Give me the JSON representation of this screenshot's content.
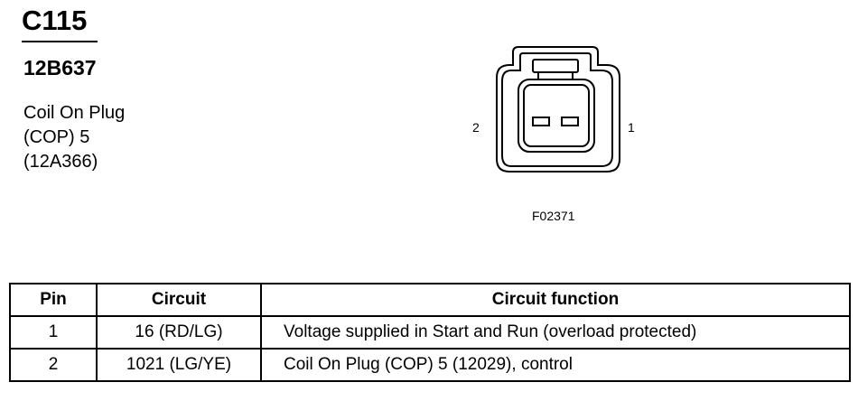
{
  "header": {
    "connector_id": "C115",
    "part_number": "12B637",
    "description_lines": [
      "Coil On Plug",
      "(COP) 5",
      "(12A366)"
    ]
  },
  "figure": {
    "pin_left_label": "2",
    "pin_right_label": "1",
    "code": "F02371"
  },
  "table": {
    "headers": [
      "Pin",
      "Circuit",
      "Circuit function"
    ],
    "rows": [
      {
        "pin": "1",
        "circuit": "16 (RD/LG)",
        "function": "Voltage supplied in Start and Run (overload protected)"
      },
      {
        "pin": "2",
        "circuit": "1021 (LG/YE)",
        "function": "Coil On Plug (COP) 5 (12029), control"
      }
    ]
  },
  "colors": {
    "ink": "#000000",
    "background": "#ffffff"
  }
}
